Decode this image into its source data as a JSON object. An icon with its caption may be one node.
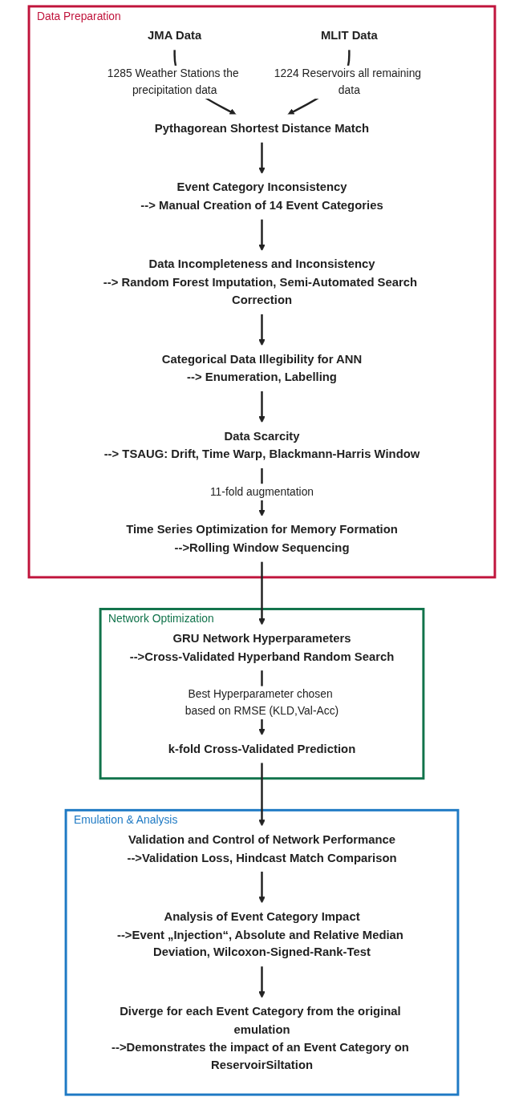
{
  "diagram": {
    "nodes": [
      {
        "text": [
          "Data Preparation"
        ]
      },
      {
        "text": [
          "JMA Data"
        ],
        "in": 0
      },
      {
        "text": [
          "MLIT Data"
        ],
        "in": 0
      },
      {
        "text": [
          "Pythagorean Shortest Distance Match"
        ],
        "in": 0
      },
      {
        "text": [
          "Event Category Inconsistency",
          "--> Manual Creation of 14 Event Categories"
        ],
        "in": 0
      },
      {
        "text": [
          "Data Incompleteness and Inconsistency",
          "--> Random Forest Imputation, Semi-Automated Search Correction"
        ],
        "in": 0
      },
      {
        "text": [
          "Categorical Data Illegibility for ANN",
          "--> Enumeration, Labelling"
        ],
        "in": 0
      },
      {
        "text": [
          "Data Scarcity",
          "--> TSAUG: Drift, Time Warp, Blackmann-Harris Window"
        ],
        "in": 0
      },
      {
        "text": [
          "Time Series Optimization for Memory Formation",
          "-->Rolling Window Sequencing"
        ],
        "in": 0
      },
      {
        "text": [
          "Network Optimization"
        ]
      },
      {
        "text": [
          "GRU Network Hyperparameters",
          "-->Cross-Validated Hyperband Random Search"
        ],
        "in": 9
      },
      {
        "text": [
          "k-fold Cross-Validated Prediction"
        ],
        "in": 9
      },
      {
        "text": [
          "Emulation & Analysis"
        ]
      },
      {
        "text": [
          "Validation and Control of Network Performance",
          "-->Validation Loss, Hindcast Match Comparison"
        ],
        "in": 12
      },
      {
        "text": [
          "Analysis of Event Category Impact",
          "-->Event „Injection“, Absolute and Relative Median Deviation, Wilcoxon-Signed-Rank-Test"
        ],
        "in": 12
      },
      {
        "text": [
          "Diverge for each Event Category from the original emulation",
          "-->Demonstrates the impact of an Event Category on ReservoirSiltation"
        ],
        "in": 12
      }
    ],
    "edges": [
      {
        "from": 1,
        "to": 3,
        "arrow": "to",
        "label": "1285 Weather Stations the precipitation data"
      },
      {
        "from": 2,
        "to": 3,
        "arrow": "to",
        "label": "1224 Reservoirs all remaining data"
      },
      {
        "from": 3,
        "to": 4,
        "arrow": "to"
      },
      {
        "from": 4,
        "to": 5,
        "arrow": "to"
      },
      {
        "from": 5,
        "to": 6,
        "arrow": "to"
      },
      {
        "from": 6,
        "to": 7,
        "arrow": "to"
      },
      {
        "from": 7,
        "to": 8,
        "arrow": "to",
        "label": "11-fold augmentation"
      },
      {
        "from": 8,
        "to": 10,
        "arrow": "to"
      },
      {
        "from": 10,
        "to": 11,
        "arrow": "to",
        "label": "Best Hyperparameter chosen based on RMSE (KLD,Val-Acc)"
      },
      {
        "from": 11,
        "to": 13,
        "arrow": "to"
      },
      {
        "from": 13,
        "to": 14,
        "arrow": "to"
      },
      {
        "from": 14,
        "to": 15,
        "arrow": "to"
      }
    ]
  }
}
